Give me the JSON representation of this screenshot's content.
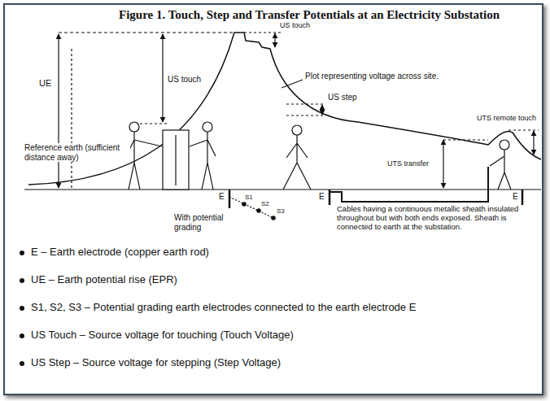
{
  "diagram": {
    "title": "Figure 1. Touch, Step and Transfer Potentials at an Electricity Substation",
    "labels": [
      "Reference earth (sufficient distance away)",
      "UE",
      "US touch",
      "US touch",
      "Plot representing voltage across site.",
      "US step",
      "E",
      "S1",
      "S2",
      "S3",
      "With potential grading",
      "E",
      "Cables having a continuous metallic sheath insulated throughout but with both ends exposed. Sheath is connected to earth at the substation.",
      "UTS transfer",
      "UTS remote touch",
      "E",
      "E – Earth electrode (copper earth rod)",
      "UE – Earth potential rise (EPR)",
      "S1, S2, S3 – Potential grading earth electrodes connected to the earth electrode E",
      "US Touch – Source voltage for touching (Touch Voltage)",
      "US Step – Source voltage for stepping (Step Voltage)"
    ]
  }
}
